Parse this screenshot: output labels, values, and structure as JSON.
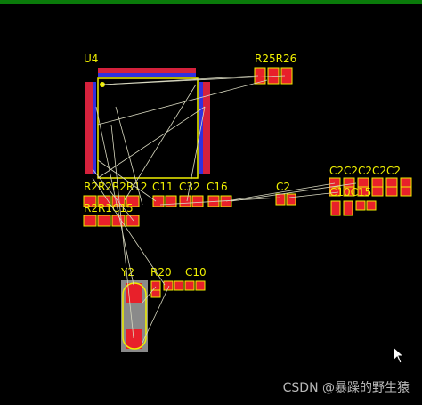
{
  "board": {
    "labels": {
      "u4": "U4",
      "r_top": "R25R26",
      "r_left": "R2R2R2R12",
      "c11": "C11",
      "c32": "C32",
      "c16": "C16",
      "c2": "C2",
      "c_right": "C2C2C2C2C2",
      "c_right2": "C10C15",
      "r_left2": "R2R1C15",
      "y2": "Y2",
      "r20": "R20",
      "c10": "C10"
    },
    "colors": {
      "background": "#000000",
      "pad": "#e8202a",
      "silk": "#f0f000",
      "pin_blue": "#3030e0",
      "rats": "#d8d8c0",
      "crystal": "#8a8a8a"
    }
  },
  "watermark": {
    "text": "CSDN @暴躁的野生猿"
  }
}
